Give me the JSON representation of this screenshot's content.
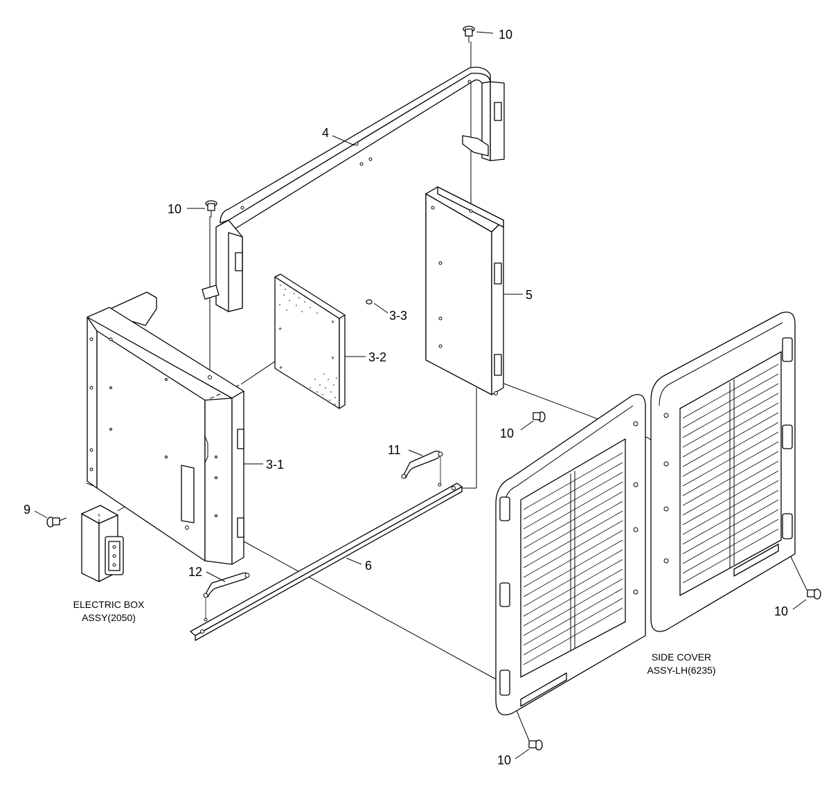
{
  "labels": {
    "p10_top": "10",
    "p4": "4",
    "p10_left": "10",
    "p3_3": "3-3",
    "p3_2": "3-2",
    "p5": "5",
    "p10_mid": "10",
    "p11": "11",
    "p3_1": "3-1",
    "p9": "9",
    "p12": "12",
    "p6": "6",
    "p10_right": "10",
    "p10_bottom": "10"
  },
  "captions": {
    "electric_box_line1": "ELECTRIC BOX",
    "electric_box_line2": "ASSY(2050)",
    "side_cover_line1": "SIDE COVER",
    "side_cover_line2": "ASSY-LH(6235)"
  }
}
